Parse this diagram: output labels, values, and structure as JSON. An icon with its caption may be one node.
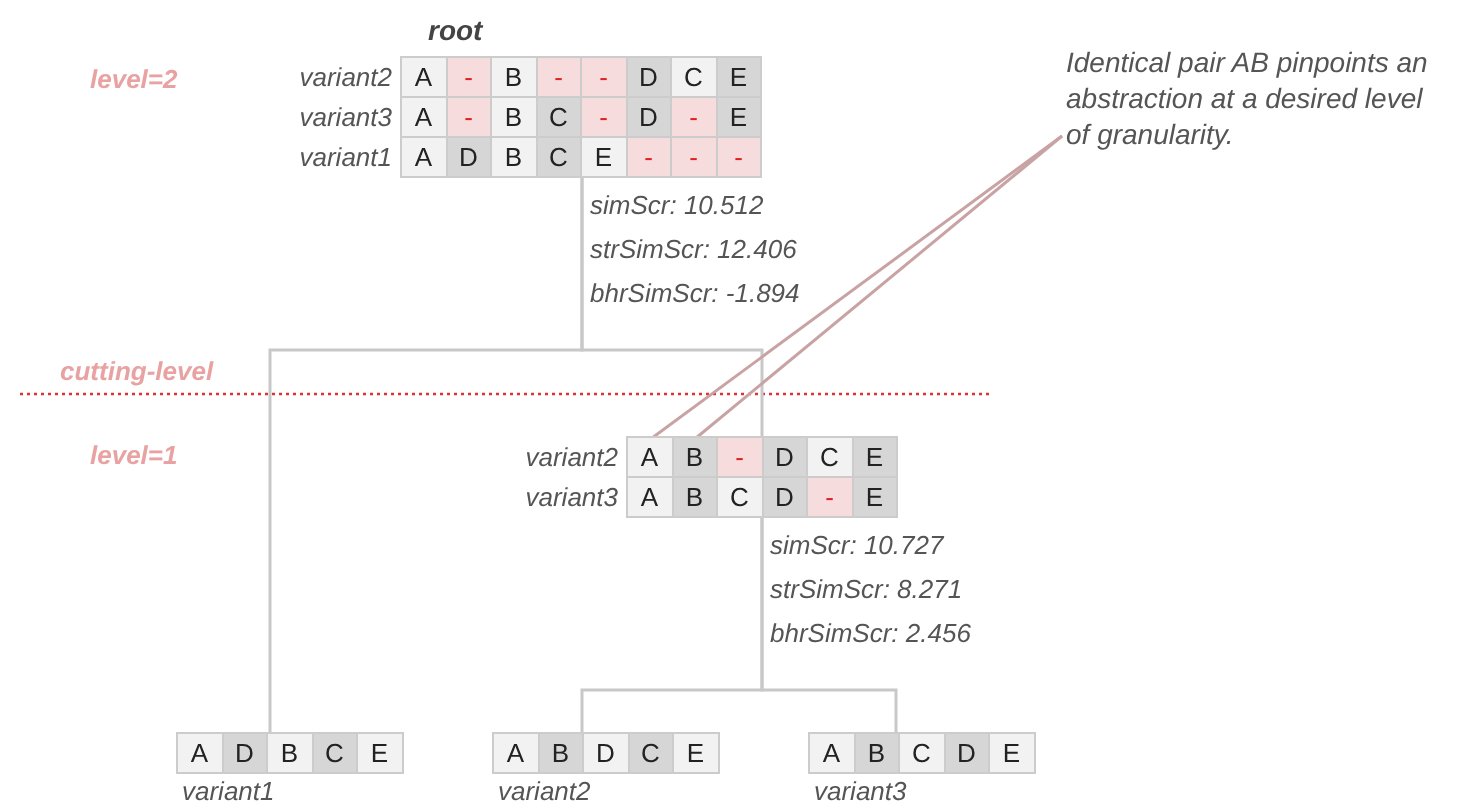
{
  "diagram": {
    "nodes": [
      {
        "text": [
          "root"
        ],
        "beside": [
          "simScr: 10.512",
          "strSimScr: 12.406",
          "bhrSimScr: -1.894"
        ]
      },
      {
        "text": [
          "variant2",
          "A",
          "-",
          "B",
          "-",
          "-",
          "D",
          "C",
          "E"
        ],
        "in": 0
      },
      {
        "text": [
          "variant3",
          "A",
          "-",
          "B",
          "C",
          "-",
          "D",
          "-",
          "E"
        ],
        "in": 0
      },
      {
        "text": [
          "variant1",
          "A",
          "D",
          "B",
          "C",
          "E",
          "-",
          "-",
          "-"
        ],
        "in": 0
      },
      {
        "text": [],
        "shape": "box",
        "beside": [
          "simScr: 10.727",
          "strSimScr: 8.271",
          "bhrSimScr: 2.456"
        ]
      },
      {
        "text": [
          "variant2",
          "A",
          "B",
          "-",
          "D",
          "C",
          "E"
        ],
        "in": 4
      },
      {
        "text": [
          "variant3",
          "A",
          "B",
          "C",
          "D",
          "-",
          "E"
        ],
        "in": 4
      },
      {
        "text": [
          "A",
          "D",
          "B",
          "C",
          "E",
          "variant1"
        ]
      },
      {
        "text": [
          "A",
          "B",
          "D",
          "C",
          "E",
          "variant2"
        ]
      },
      {
        "text": [
          "A",
          "B",
          "C",
          "D",
          "E",
          "variant3"
        ]
      },
      {
        "text": [
          "Identical pair AB pinpoints an abstraction at a desired level of granularity."
        ]
      }
    ],
    "edges": [
      {
        "from": 0,
        "to": 4,
        "arrow": "none"
      },
      {
        "from": 0,
        "to": 7,
        "arrow": "none"
      },
      {
        "from": 4,
        "to": 8,
        "arrow": "none"
      },
      {
        "from": 4,
        "to": 9,
        "arrow": "none"
      },
      {
        "from": 10,
        "to": 5,
        "arrow": "none",
        "color": "#c9a3a3"
      },
      {
        "from": 10,
        "to": 5,
        "arrow": "none",
        "color": "#c9a3a3"
      }
    ],
    "labels": [
      "level=2",
      "cutting-level",
      "level=1"
    ]
  }
}
